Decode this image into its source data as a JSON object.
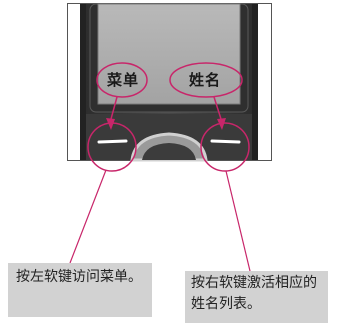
{
  "phone": {
    "left_softkey_label": "菜单",
    "right_softkey_label": "姓名"
  },
  "callouts": {
    "left_text": "按左软键访问菜单。",
    "right_text": "按右软键激活相应的姓名列表。"
  },
  "colors": {
    "highlight": "#c8266a",
    "phone_body": "#3d3d3d",
    "callout_bg": "#d2d2d2"
  }
}
